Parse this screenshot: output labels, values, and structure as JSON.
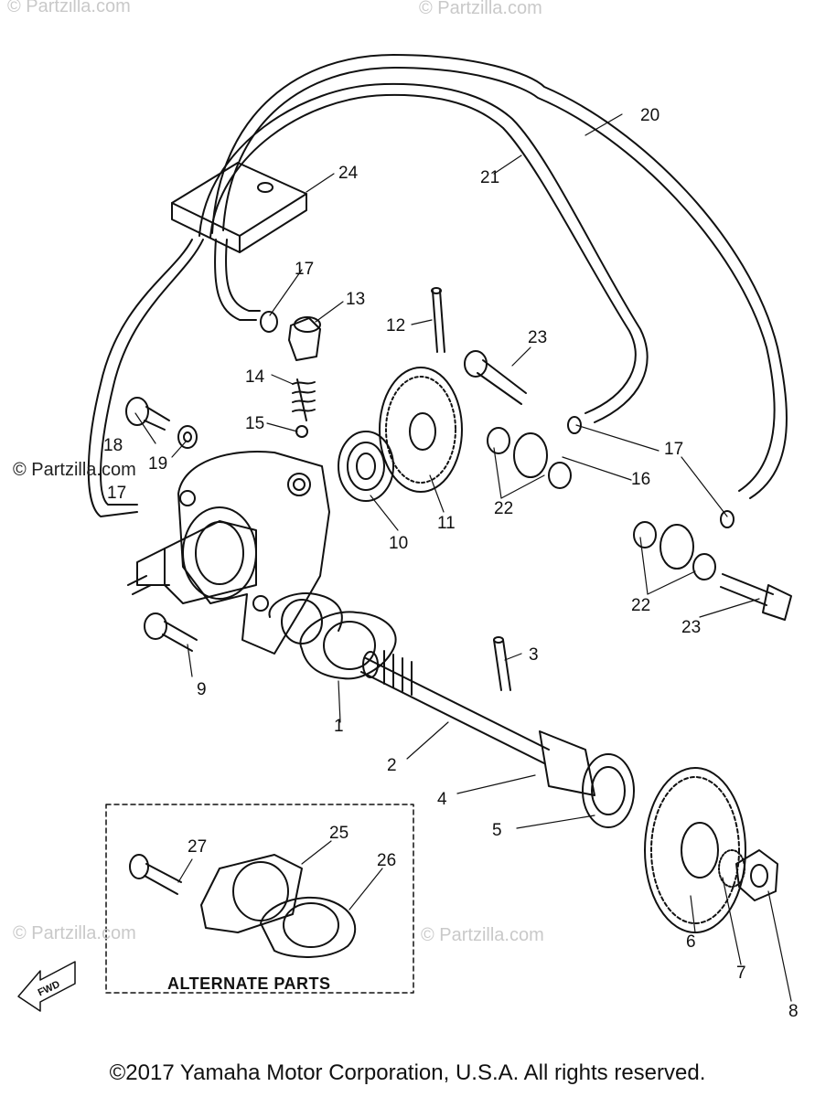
{
  "watermarks": [
    "© Partzilla.com",
    "© Partzilla.com",
    "© Partzilla.com",
    "© Partzilla.com",
    "© Partzilla.com"
  ],
  "copyright": "©2017 Yamaha Motor Corporation, U.S.A. All rights reserved.",
  "alternate_parts_label": "ALTERNATE PARTS",
  "fwd_label": "FWD",
  "callouts": [
    "1",
    "2",
    "3",
    "4",
    "5",
    "6",
    "7",
    "8",
    "9",
    "10",
    "11",
    "12",
    "13",
    "14",
    "15",
    "16",
    "17",
    "17",
    "17",
    "18",
    "19",
    "20",
    "21",
    "22",
    "22",
    "23",
    "23",
    "24",
    "25",
    "26",
    "27"
  ],
  "colors": {
    "ink": "#111111",
    "watermark": "#c9c9c9",
    "background": "#ffffff"
  }
}
